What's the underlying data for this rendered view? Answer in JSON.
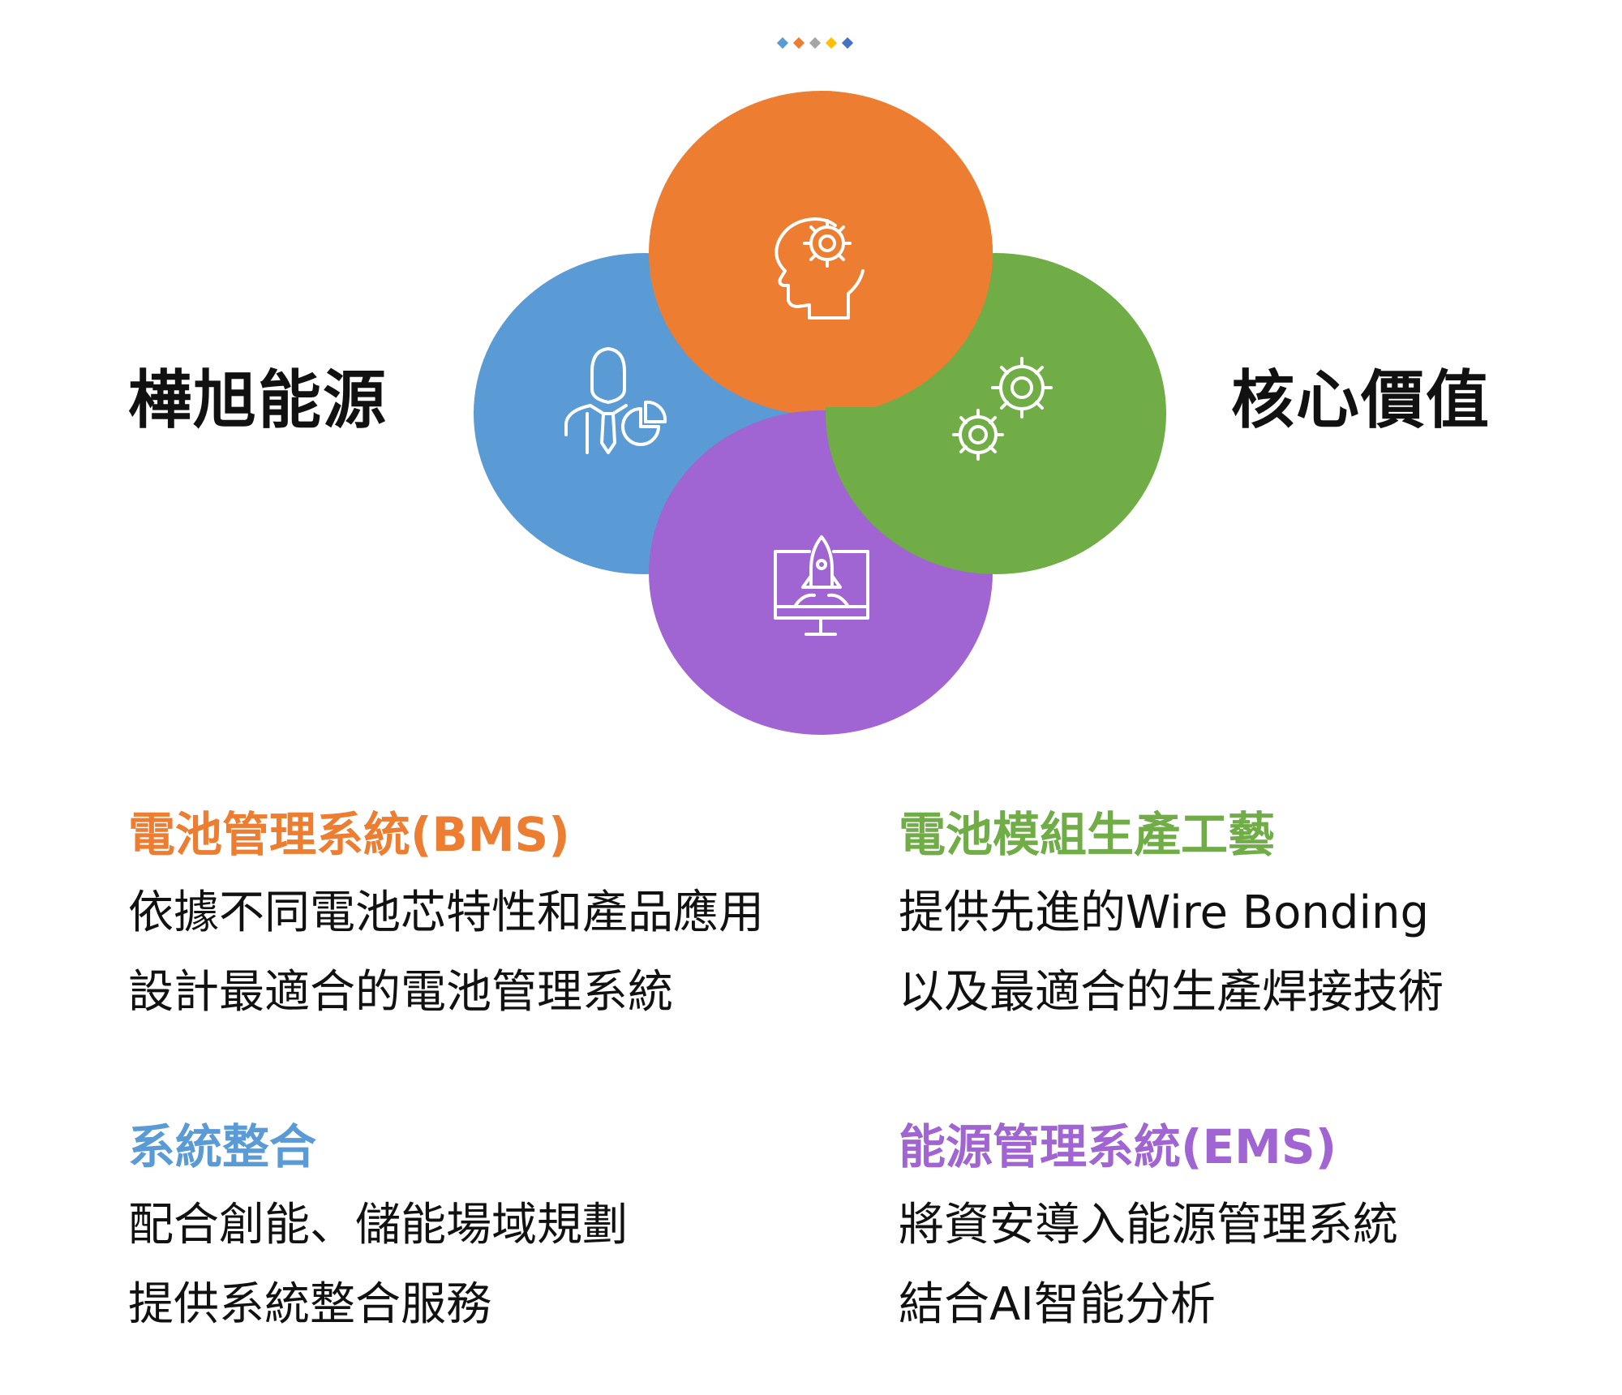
{
  "colors": {
    "orange": "#EC7D31",
    "blue": "#5B9BD5",
    "green": "#70AD47",
    "purple": "#A065D2",
    "gray": "#A5A5A5",
    "yellow": "#FFC000",
    "navy": "#4472C4"
  },
  "header_dots": [
    {
      "color": "#5B9BD5"
    },
    {
      "color": "#EC7D31"
    },
    {
      "color": "#A5A5A5"
    },
    {
      "color": "#FFC000"
    },
    {
      "color": "#4472C4"
    }
  ],
  "title_left": "樺旭能源",
  "title_right": "核心價值",
  "petals": [
    {
      "id": "orange",
      "icon": "head-gear-icon",
      "color": "#EC7D31"
    },
    {
      "id": "blue",
      "icon": "businessman-chart-icon",
      "color": "#5B9BD5"
    },
    {
      "id": "green",
      "icon": "gears-icon",
      "color": "#70AD47"
    },
    {
      "id": "purple",
      "icon": "rocket-monitor-icon",
      "color": "#A065D2"
    }
  ],
  "sections": {
    "bms": {
      "title": "電池管理系統(BMS)",
      "line1": "依據不同電池芯特性和產品應用",
      "line2": "設計最適合的電池管理系統"
    },
    "module": {
      "title": "電池模組生產工藝",
      "line1": "提供先進的Wire Bonding",
      "line2": "以及最適合的生產焊接技術"
    },
    "integration": {
      "title": "系統整合",
      "line1": "配合創能、儲能場域規劃",
      "line2": "提供系統整合服務"
    },
    "ems": {
      "title": "能源管理系統(EMS)",
      "line1": "將資安導入能源管理系統",
      "line2": "結合AI智能分析"
    }
  }
}
